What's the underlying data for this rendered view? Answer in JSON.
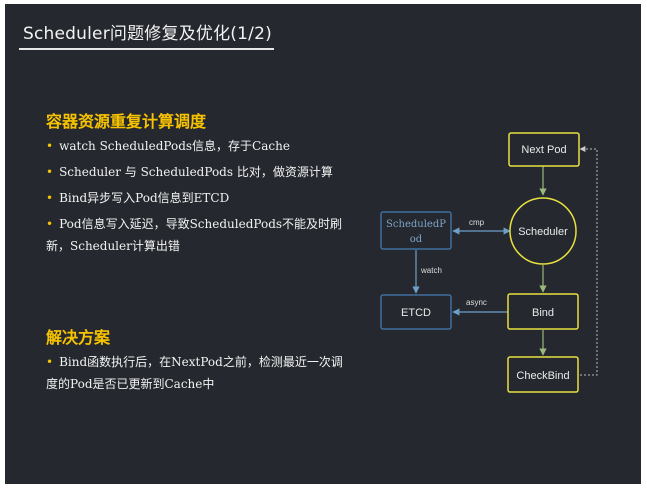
{
  "title": "Scheduler问题修复及优化(1/2)",
  "section1": {
    "heading": "容器资源重复计算调度",
    "bullets": [
      "watch ScheduledPods信息，存于Cache",
      "Scheduler 与 ScheduledPods 比对，做资源计算",
      "Bind异步写入Pod信息到ETCD",
      "Pod信息写入延迟，导致ScheduledPods不能及时刷新，Scheduler计算出错"
    ]
  },
  "section2": {
    "heading": "解决方案",
    "bullets": [
      "Bind函数执行后，在NextPod之前，检测最近一次调度的Pod是否已更新到Cache中"
    ]
  },
  "bullet_marker": "•",
  "diagram": {
    "nodes": {
      "next_pod": "Next Pod",
      "scheduler": "Scheduler",
      "bind": "Bind",
      "check_bind": "CheckBind",
      "scheduled_pod_line1": "ScheduledP",
      "scheduled_pod_line2": "od",
      "etcd": "ETCD"
    },
    "edge_labels": {
      "cmp": "cmp",
      "watch": "watch",
      "async": "async"
    }
  },
  "colors": {
    "background": "#25292f",
    "accent_yellow": "#f7c300",
    "node_yellow": "#e8e040",
    "node_blue": "#3f6e9e",
    "arrow_blue": "#6e9fc8",
    "arrow_green": "#9ab87a"
  }
}
